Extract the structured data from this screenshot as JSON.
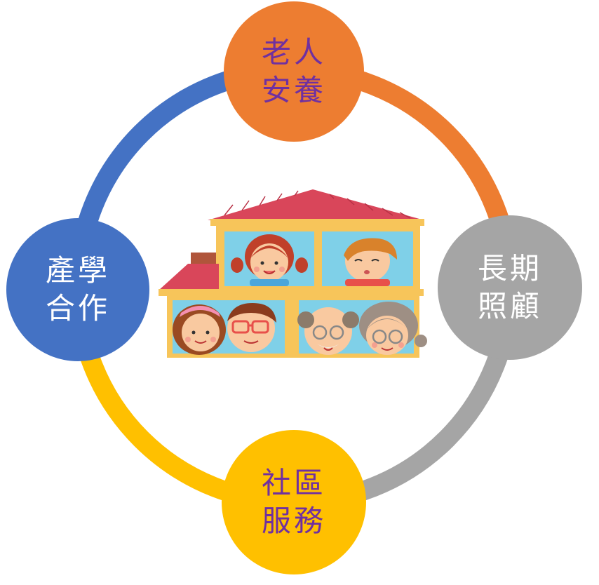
{
  "nodes": {
    "top": {
      "line1": "老人",
      "line2": "安養",
      "color": "#ED7D31",
      "text_color": "#7030A0"
    },
    "right": {
      "line1": "長期",
      "line2": "照顧",
      "color": "#A5A5A5",
      "text_color": "#FFFFFF"
    },
    "bottom": {
      "line1": "社區",
      "line2": "服務",
      "color": "#FFC000",
      "text_color": "#7030A0"
    },
    "left": {
      "line1": "產學",
      "line2": "合作",
      "color": "#4472C4",
      "text_color": "#FFFFFF"
    }
  },
  "ring_segments": [
    {
      "from": "top",
      "to": "right",
      "color": "#ED7D31"
    },
    {
      "from": "right",
      "to": "bottom",
      "color": "#A5A5A5"
    },
    {
      "from": "bottom",
      "to": "left",
      "color": "#FFC000"
    },
    {
      "from": "left",
      "to": "top",
      "color": "#4472C4"
    }
  ],
  "center_illustration": {
    "icon": "house-family-icon",
    "roof_color": "#D9465A",
    "wall_color": "#F7C55A",
    "window_color": "#7FD0E8"
  }
}
